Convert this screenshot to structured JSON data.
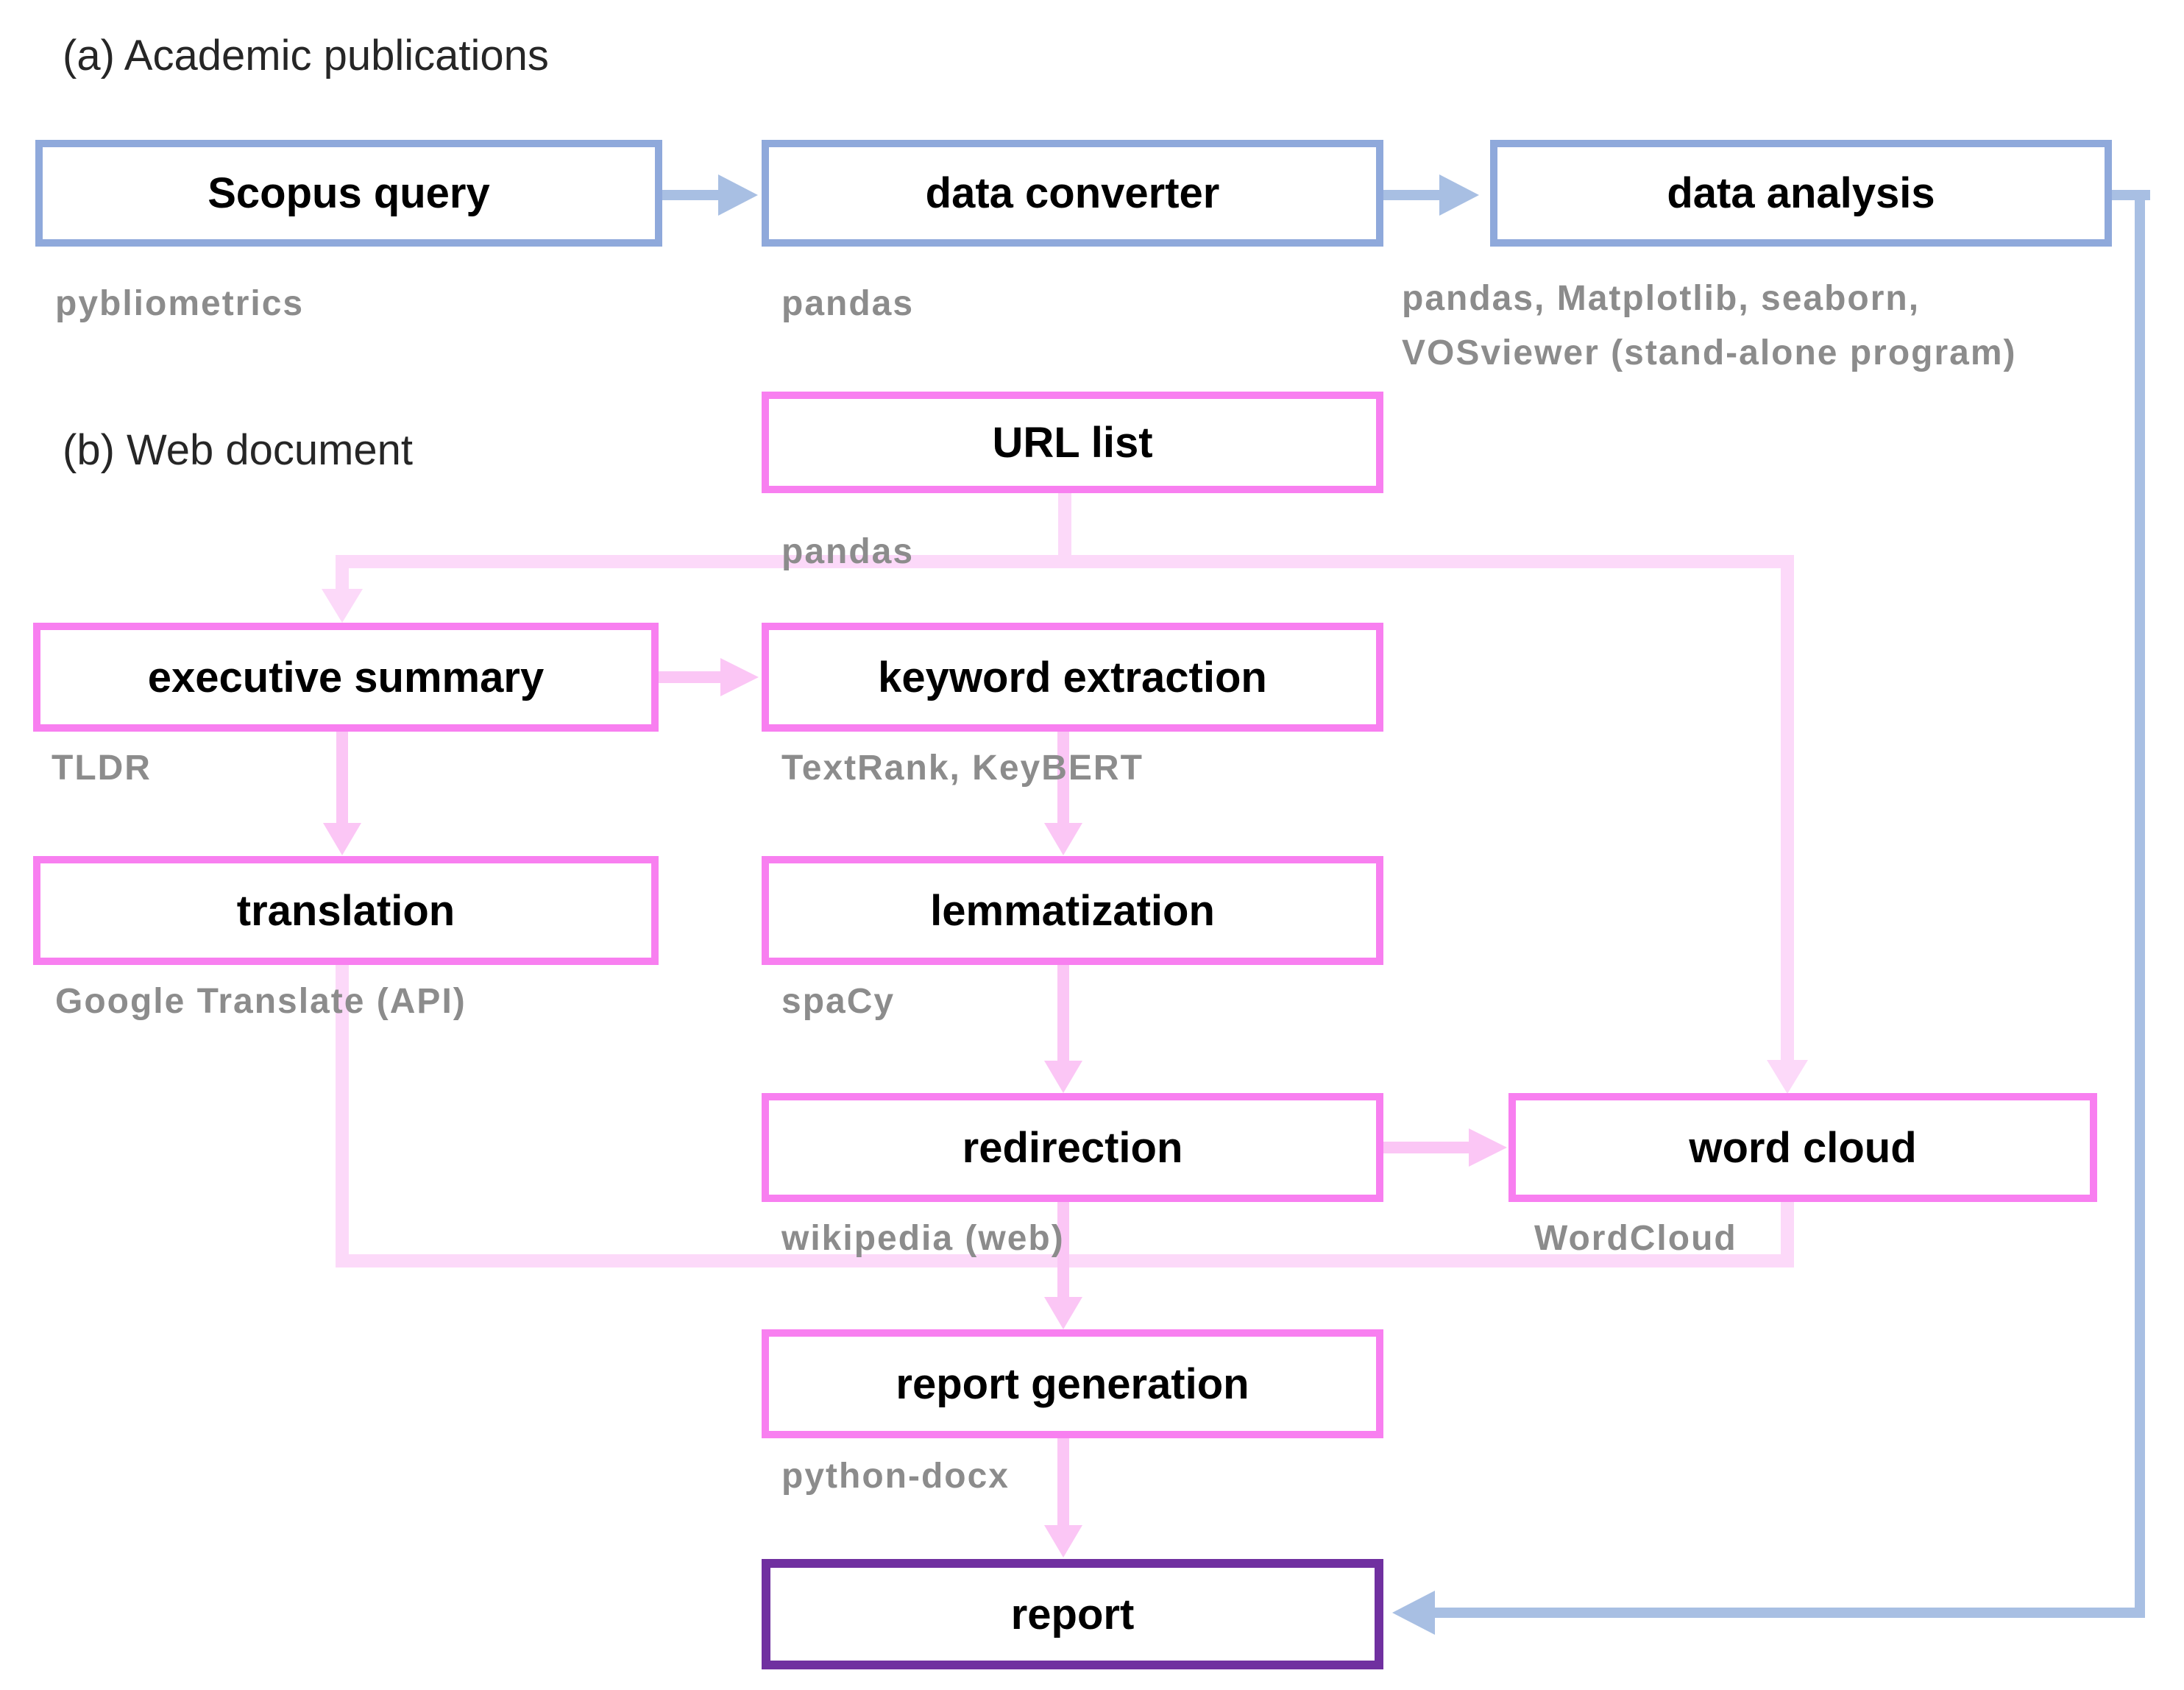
{
  "palette": {
    "blue_border": "#8fa9db",
    "blue_arrow": "#a8bfe3",
    "pink_border": "#f87ff0",
    "arrow_pink": "#fbc6f5",
    "line_pink": "#fcd9f9",
    "purple_border": "#7030a0",
    "label_gray": "#8c8c8c",
    "heading_color": "#262626",
    "box_text": "#000000"
  },
  "sections": {
    "a": {
      "heading": "(a) Academic publications"
    },
    "b": {
      "heading": "(b) Web document"
    }
  },
  "nodes": {
    "scopus": {
      "label": "Scopus query",
      "tool": "pybliometrics"
    },
    "converter": {
      "label": "data converter",
      "tool": "pandas"
    },
    "analysis": {
      "label": "data analysis",
      "tool_line1": "pandas, Matplotlib, seaborn,",
      "tool_line2": "VOSviewer (stand-alone program)"
    },
    "url_list": {
      "label": "URL list",
      "tool": "pandas"
    },
    "exec_summary": {
      "label": "executive summary",
      "tool": "TLDR"
    },
    "keyword_extraction": {
      "label": "keyword extraction",
      "tool": "TextRank, KeyBERT"
    },
    "translation": {
      "label": "translation",
      "tool": "Google Translate (API)"
    },
    "lemmatization": {
      "label": "lemmatization",
      "tool": "spaCy"
    },
    "redirection": {
      "label": "redirection",
      "tool": "wikipedia (web)"
    },
    "word_cloud": {
      "label": "word cloud",
      "tool": "WordCloud"
    },
    "report_generation": {
      "label": "report generation",
      "tool": "python-docx"
    },
    "report": {
      "label": "report"
    }
  },
  "edges": [
    {
      "from": "scopus",
      "to": "converter",
      "style": "blue-arrow"
    },
    {
      "from": "converter",
      "to": "analysis",
      "style": "blue-arrow"
    },
    {
      "from": "analysis",
      "to": "report",
      "style": "blue-arrow"
    },
    {
      "from": "url_list",
      "to": "exec_summary",
      "style": "pale-pink"
    },
    {
      "from": "url_list",
      "to": "word_cloud",
      "style": "pale-pink"
    },
    {
      "from": "exec_summary",
      "to": "keyword_extraction",
      "style": "pink-arrow"
    },
    {
      "from": "exec_summary",
      "to": "translation",
      "style": "pink-arrow"
    },
    {
      "from": "keyword_extraction",
      "to": "lemmatization",
      "style": "pink-arrow"
    },
    {
      "from": "lemmatization",
      "to": "redirection",
      "style": "pink-arrow"
    },
    {
      "from": "redirection",
      "to": "word_cloud",
      "style": "pink-arrow"
    },
    {
      "from": "redirection",
      "to": "report_generation",
      "style": "pink-arrow"
    },
    {
      "from": "translation",
      "to": "report_generation",
      "style": "pale-pink"
    },
    {
      "from": "word_cloud",
      "to": "report_generation",
      "style": "pale-pink"
    },
    {
      "from": "report_generation",
      "to": "report",
      "style": "pink-arrow"
    }
  ]
}
